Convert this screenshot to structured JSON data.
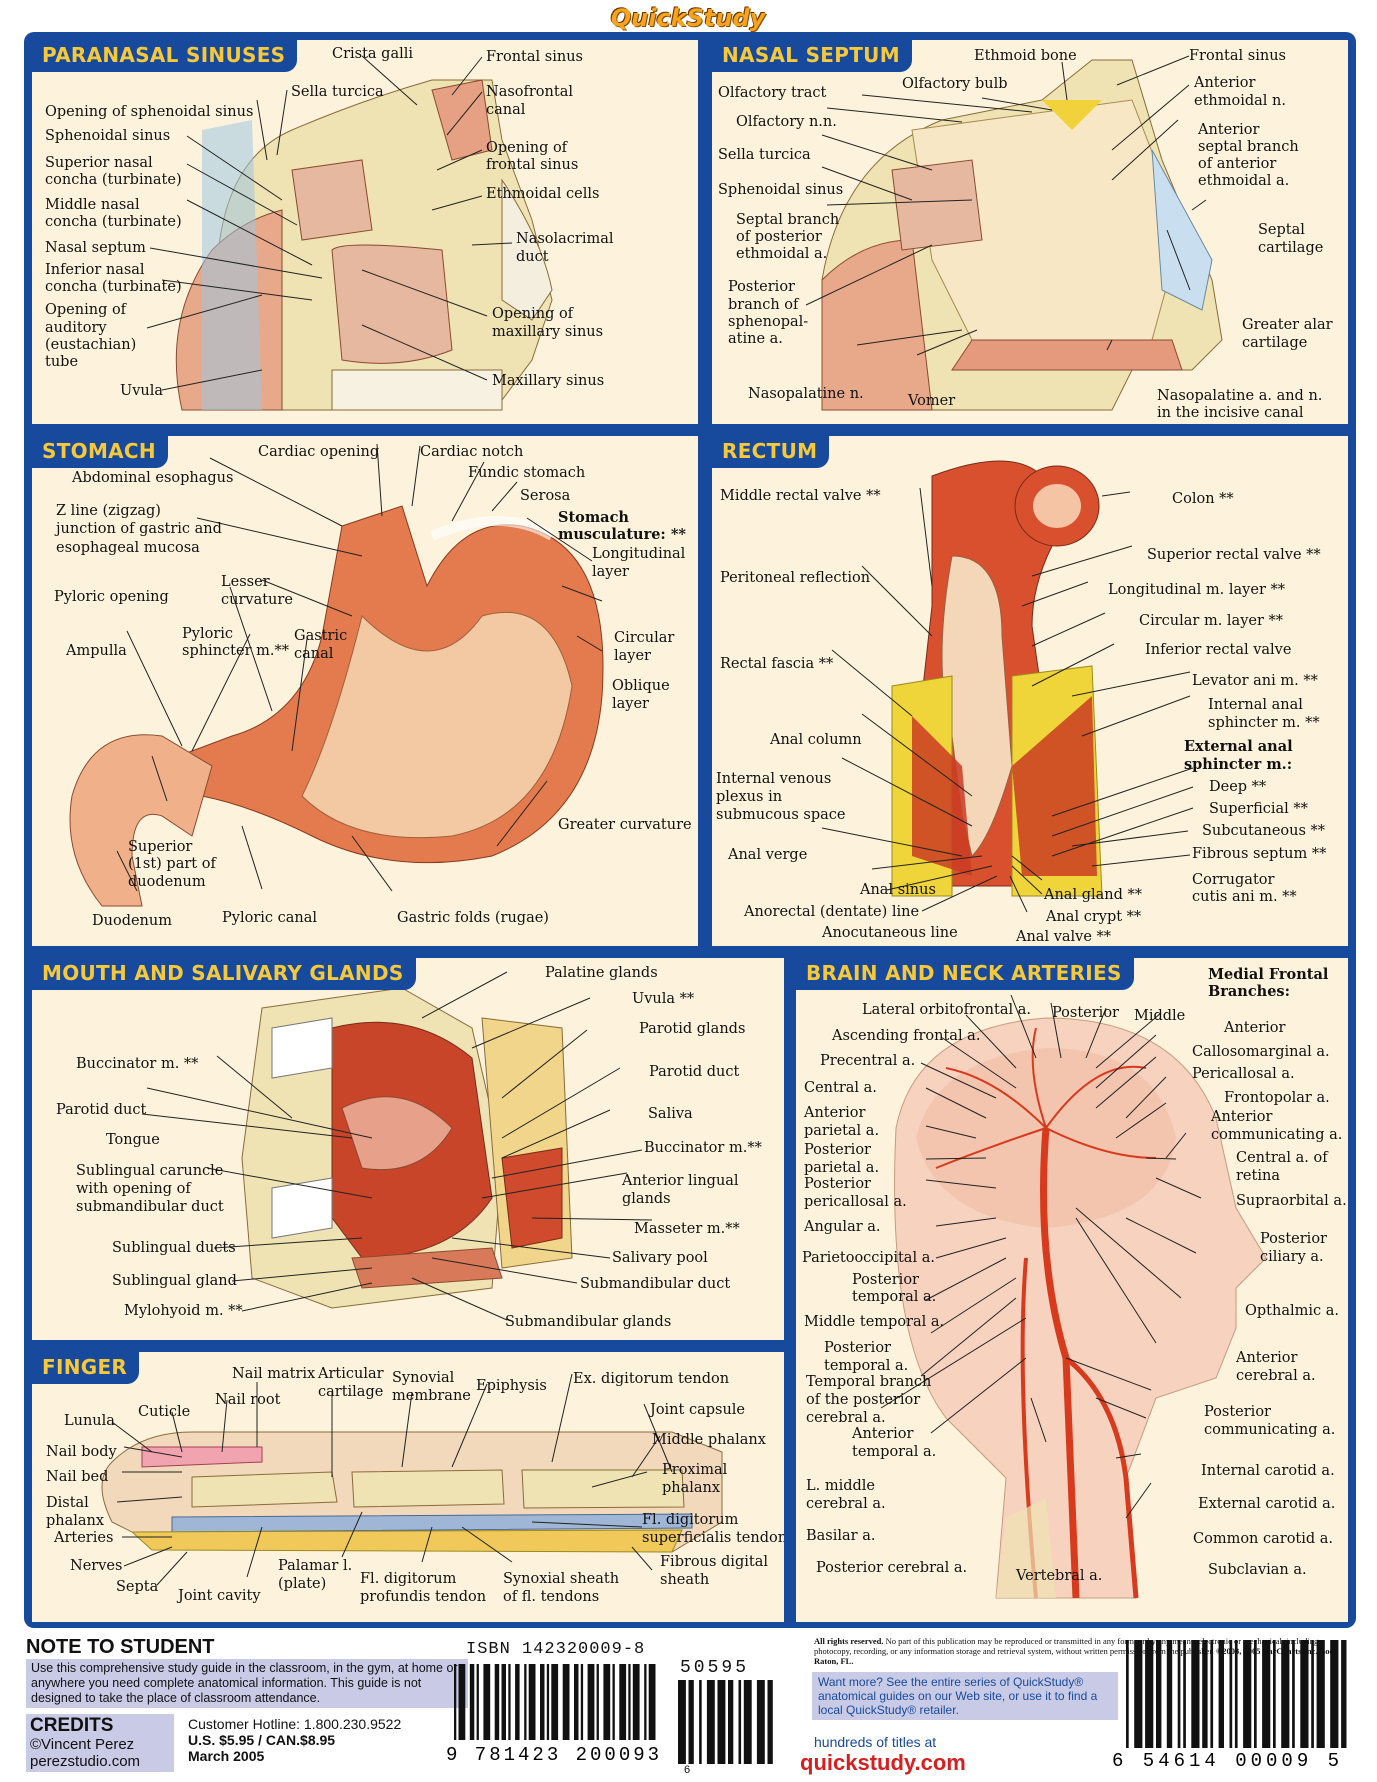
{
  "header": {
    "logo_text": "QuickStudy"
  },
  "colors": {
    "frame": "#174a9c",
    "title_text": "#f7c93a",
    "panel_bg": "#fdf3dc",
    "muscle": "#c8452a",
    "bone": "#efe2b3",
    "nerve": "#f2d23a",
    "artery": "#d83a1e"
  },
  "panels": {
    "paranasal": {
      "title": "PARANASAL SINUSES",
      "labels": [
        "Crista galli",
        "Frontal sinus",
        "Sella turcica",
        "Opening of sphenoidal sinus",
        "Nasofrontal",
        "canal",
        "Sphenoidal sinus",
        "Opening of",
        "frontal sinus",
        "Superior nasal",
        "concha (turbinate)",
        "Ethmoidal cells",
        "Middle nasal",
        "concha (turbinate)",
        "Nasolacrimal",
        "duct",
        "Nasal septum",
        "Inferior nasal",
        "concha (turbinate)",
        "Opening of",
        "auditory",
        "(eustachian)",
        "tube",
        "Opening of",
        "maxillary sinus",
        "Maxillary sinus",
        "Uvula"
      ]
    },
    "septum": {
      "title": "NASAL SEPTUM",
      "labels": [
        "Ethmoid bone",
        "Frontal sinus",
        "Olfactory bulb",
        "Anterior",
        "ethmoidal n.",
        "Olfactory tract",
        "Olfactory n.n.",
        "Anterior",
        "septal branch",
        "of anterior",
        "ethmoidal a.",
        "Sella turcica",
        "Sphenoidal sinus",
        "Septal branch",
        "of posterior",
        "ethmoidal a.",
        "Septal",
        "cartilage",
        "Posterior",
        "branch of",
        "sphenopal-",
        "atine a.",
        "Greater alar",
        "cartilage",
        "Nasopalatine n.",
        "Vomer",
        "Nasopalatine a. and n.",
        "in the incisive canal"
      ]
    },
    "stomach": {
      "title": "STOMACH",
      "labels": [
        "Cardiac opening",
        "Cardiac notch",
        "Abdominal esophagus",
        "Fundic stomach",
        "Serosa",
        "Z line (zigzag)",
        "junction of gastric and",
        "esophageal mucosa",
        "Stomach",
        "musculature: **",
        "Longitudinal",
        "layer",
        "Pyloric opening",
        "Lesser",
        "curvature",
        "Pyloric",
        "sphincter m.**",
        "Gastric",
        "canal",
        "Circular",
        "layer",
        "Ampulla",
        "Oblique",
        "layer",
        "Greater curvature",
        "Superior",
        "(1st) part of",
        "duodenum",
        "Duodenum",
        "Pyloric canal",
        "Gastric folds (rugae)"
      ]
    },
    "rectum": {
      "title": "RECTUM",
      "labels": [
        "Middle rectal valve **",
        "Colon **",
        "Superior rectal valve **",
        "Peritoneal reflection",
        "Longitudinal m. layer **",
        "Circular m. layer **",
        "Inferior rectal valve",
        "Rectal fascia **",
        "Levator ani m. **",
        "Internal anal",
        "sphincter m. **",
        "Anal column",
        "External anal",
        "sphincter m.:",
        "Internal venous",
        "plexus in",
        "submucous space",
        "Deep **",
        "Superficial **",
        "Subcutaneous **",
        "Anal verge",
        "Fibrous septum **",
        "Corrugator",
        "cutis ani m. **",
        "Anal sinus",
        "Anal gland **",
        "Anorectal (dentate) line",
        "Anal crypt **",
        "Anocutaneous line",
        "Anal valve **"
      ]
    },
    "mouth": {
      "title": "MOUTH AND SALIVARY GLANDS",
      "labels": [
        "Palatine glands",
        "Uvula **",
        "Parotid glands",
        "Buccinator m. **",
        "Parotid duct",
        "Parotid duct",
        "Saliva",
        "Tongue",
        "Buccinator m.**",
        "Sublingual caruncle",
        "with opening of",
        "submandibular duct",
        "Anterior lingual",
        "glands",
        "Masseter m.**",
        "Sublingual ducts",
        "Salivary pool",
        "Sublingual gland",
        "Submandibular duct",
        "Mylohyoid m. **",
        "Submandibular glands"
      ]
    },
    "brain": {
      "title": "BRAIN AND NECK ARTERIES",
      "labels": [
        "Medial Frontal",
        "Branches:",
        "Lateral orbitofrontal a.",
        "Posterior",
        "Middle",
        "Ascending frontal a.",
        "Anterior",
        "Callosomarginal a.",
        "Precentral a.",
        "Pericallosal a.",
        "Central a.",
        "Frontopolar a.",
        "Anterior",
        "parietal a.",
        "Anterior",
        "communicating a.",
        "Posterior",
        "parietal a.",
        "Central a. of",
        "retina",
        "Posterior",
        "pericallosal a.",
        "Supraorbital a.",
        "Angular a.",
        "Posterior",
        "ciliary a.",
        "Parietooccipital a.",
        "Posterior",
        "temporal a.",
        "Opthalmic a.",
        "Middle temporal a.",
        "Posterior",
        "temporal a.",
        "Anterior",
        "cerebral a.",
        "Temporal branch",
        "of the posterior",
        "cerebral a.",
        "Posterior",
        "communicating a.",
        "Anterior",
        "temporal a.",
        "Internal carotid a.",
        "L. middle",
        "cerebral a.",
        "External carotid a.",
        "Basilar a.",
        "Common carotid a.",
        "Posterior cerebral a.",
        "Vertebral a.",
        "Subclavian a."
      ]
    },
    "finger": {
      "title": "FINGER",
      "labels": [
        "Nail matrix",
        "Articular",
        "cartilage",
        "Synovial",
        "membrane",
        "Epiphysis",
        "Ex. digitorum tendon",
        "Nail root",
        "Cuticle",
        "Joint capsule",
        "Lunula",
        "Middle phalanx",
        "Nail body",
        "Proximal",
        "phalanx",
        "Nail bed",
        "Distal",
        "phalanx",
        "Fl. digitorum",
        "superficialis tendon",
        "Arteries",
        "Fibrous digital",
        "sheath",
        "Nerves",
        "Septa",
        "Palamar l.",
        "(plate)",
        "Fl. digitorum",
        "profundis tendon",
        "Synoxial sheath",
        "of fl. tendons",
        "Joint cavity"
      ]
    }
  },
  "footer": {
    "note_title": "NOTE TO STUDENT",
    "note_text": "Use this comprehensive study guide in the classroom, in the gym, at home or anywhere you need complete anatomical information. This guide is not designed to take the place of classroom attendance.",
    "credits_title": "CREDITS",
    "credits_name": "©Vincent Perez",
    "credits_site": "perezstudio.com",
    "hotline": "Customer Hotline: 1.800.230.9522",
    "price": "U.S. $5.95 / CAN.$8.95",
    "date": "March 2005",
    "isbn": "ISBN 142320009-8",
    "ean": "9 781423 200093",
    "ean_addon": "50595",
    "page_num": "6",
    "rights_bold": "All rights reserved.",
    "rights": "No part of this publication may be reproduced or transmitted in any form, or by any means, electronic or mechanical, including photocopy, recording, or any information storage and retrieval system, without written permission from the publisher.",
    "copyright": "©2003, 2005 BarCharts Inc. Boca Raton, FL.",
    "promo": "Want more? See the entire series of QuickStudy® anatomical guides on our Web site, or use it to find a local QuickStudy® retailer.",
    "hundreds": "hundreds of titles at",
    "site": "quickstudy.com",
    "upc": "6 54614 00009 5"
  }
}
